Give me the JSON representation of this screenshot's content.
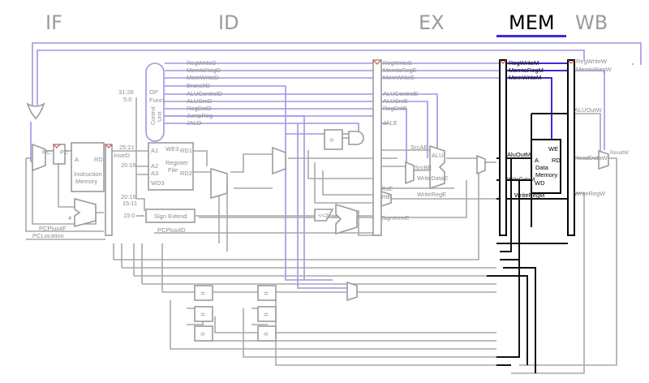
{
  "stages": {
    "if": "IF",
    "id": "ID",
    "ex": "EX",
    "mem": "MEM",
    "wb": "WB",
    "active": "MEM"
  },
  "fetch": {
    "pc_label": "PC'",
    "pc": "PC",
    "instr_mem": {
      "line1": "Instruction",
      "line2": "Memory",
      "port_a": "A",
      "port_rd": "RD"
    },
    "adder_const": "4",
    "pcplus4f": "PCPlus4F",
    "pclocation": "PCLocation"
  },
  "decode": {
    "instrd": "InstrD",
    "bits_31_26": "31:26",
    "bits_5_0": "5:0",
    "bits_25_21": "25:21",
    "bits_20_16a": "20:16",
    "bits_20_16b": "20:16",
    "bits_15_11": "15:11",
    "bits_15_0": "15:0",
    "control": {
      "line1": "Control",
      "line2": "Unit",
      "op": "OP",
      "funct": "Funct"
    },
    "control_signals": [
      "RegWriteD",
      "MemtoRegD",
      "MemWriteD",
      "BranchD",
      "ALUControlD",
      "ALUSrcD",
      "RegDstD",
      "JumpReg",
      "JALD"
    ],
    "regfile": {
      "line1": "Register",
      "line2": "File",
      "a1": "A1",
      "a2": "A2",
      "a3": "A3",
      "wd3": "WD3",
      "we3": "WE3",
      "rd1": "RD1",
      "rd2": "RD2"
    },
    "sign_extend": "Sign Extend",
    "pcplus4d": "PCPlus4D"
  },
  "execute": {
    "signals": [
      "RegWriteE",
      "MemtoRegE",
      "MemWriteE",
      "ALUControlE",
      "ALUSrcE",
      "RegDstE",
      "JALE"
    ],
    "srcae": "SrcAE",
    "srcbe": "SrcBE",
    "alu": "ALU",
    "writedatae": "WriteDataE",
    "writerege": "WriteRegE",
    "rse": "RsE",
    "rte": "RtE",
    "signimme": "SignImmE",
    "shift": "<<2",
    "eq": "="
  },
  "memory": {
    "signals": [
      "RegWriteM",
      "MemtoRegM",
      "MemWriteM"
    ],
    "aluoutm": "AluOutM",
    "writedatam": "WriteDataM",
    "writeregm": "WriteRegM",
    "datamem": {
      "we": "WE",
      "a": "A",
      "rd": "RD",
      "wd": "WD",
      "line1": "Data",
      "line2": "Memory"
    }
  },
  "writeback": {
    "signals": [
      "RegWriteW",
      "MemtoRegW"
    ],
    "aluoutw": "ALUOutW",
    "readdataw": "ReadDataW",
    "writeregw": "WriteRegW",
    "resultw": "ResultW"
  },
  "hazard_eq": [
    "=",
    "=",
    "=",
    "=",
    "=",
    "="
  ]
}
